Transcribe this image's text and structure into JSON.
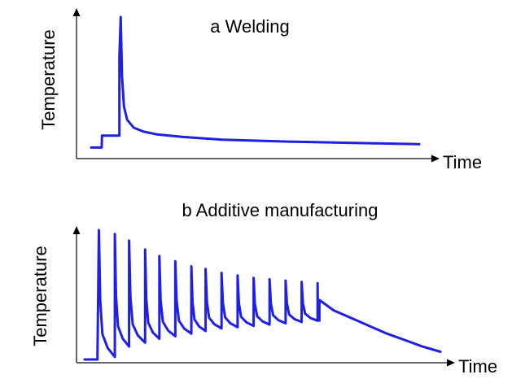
{
  "colors": {
    "series": "#1f1fe6",
    "axis": "#333333",
    "text": "#000000"
  },
  "chart_data": [
    {
      "type": "line",
      "title": "a  Welding",
      "xlabel": "Time",
      "ylabel": "Temperature",
      "axis_arrows": true,
      "ticks": false,
      "grid": false,
      "legend": "none",
      "xlim": [
        0,
        100
      ],
      "ylim": [
        0,
        100
      ],
      "series": [
        {
          "points": [
            [
              0,
              1
            ],
            [
              3.2,
              1
            ],
            [
              3.3,
              10
            ],
            [
              8.6,
              10
            ],
            [
              8.6,
              70
            ],
            [
              9.0,
              100
            ],
            [
              9.4,
              55
            ],
            [
              10.0,
              32
            ],
            [
              11.0,
              22
            ],
            [
              13.0,
              16
            ],
            [
              16.0,
              13
            ],
            [
              20.0,
              11
            ],
            [
              28.0,
              9
            ],
            [
              40.0,
              7
            ],
            [
              60.0,
              5.5
            ],
            [
              80.0,
              4.5
            ],
            [
              100.0,
              3.5
            ]
          ]
        }
      ]
    },
    {
      "type": "line",
      "title": "b  Additive manufacturing",
      "xlabel": "Time",
      "ylabel": "Temperature",
      "axis_arrows": true,
      "ticks": false,
      "grid": false,
      "legend": "none",
      "xlim": [
        0,
        100
      ],
      "ylim": [
        0,
        100
      ],
      "series": [
        {
          "pulses": [
            {
              "t": 4.0,
              "peak": 100,
              "base": 2
            },
            {
              "t": 8.5,
              "peak": 97,
              "base": 10
            },
            {
              "t": 12.5,
              "peak": 92,
              "base": 13
            },
            {
              "t": 17.0,
              "peak": 85,
              "base": 16
            },
            {
              "t": 21.0,
              "peak": 80,
              "base": 18
            },
            {
              "t": 25.5,
              "peak": 76,
              "base": 20
            },
            {
              "t": 30.0,
              "peak": 72,
              "base": 22
            },
            {
              "t": 34.0,
              "peak": 70,
              "base": 24
            },
            {
              "t": 38.5,
              "peak": 67,
              "base": 25
            },
            {
              "t": 43.0,
              "peak": 65,
              "base": 26
            },
            {
              "t": 47.5,
              "peak": 63,
              "base": 27
            },
            {
              "t": 52.0,
              "peak": 62,
              "base": 28
            },
            {
              "t": 56.5,
              "peak": 61,
              "base": 29
            },
            {
              "t": 61.0,
              "peak": 60,
              "base": 30
            },
            {
              "t": 65.5,
              "peak": 59,
              "base": 30
            }
          ],
          "tail": [
            [
              66.0,
              46
            ],
            [
              70.0,
              38
            ],
            [
              75.0,
              32
            ],
            [
              80.0,
              26
            ],
            [
              85.0,
              20
            ],
            [
              90.0,
              15
            ],
            [
              95.0,
              10
            ],
            [
              100.0,
              6
            ]
          ]
        }
      ]
    }
  ]
}
